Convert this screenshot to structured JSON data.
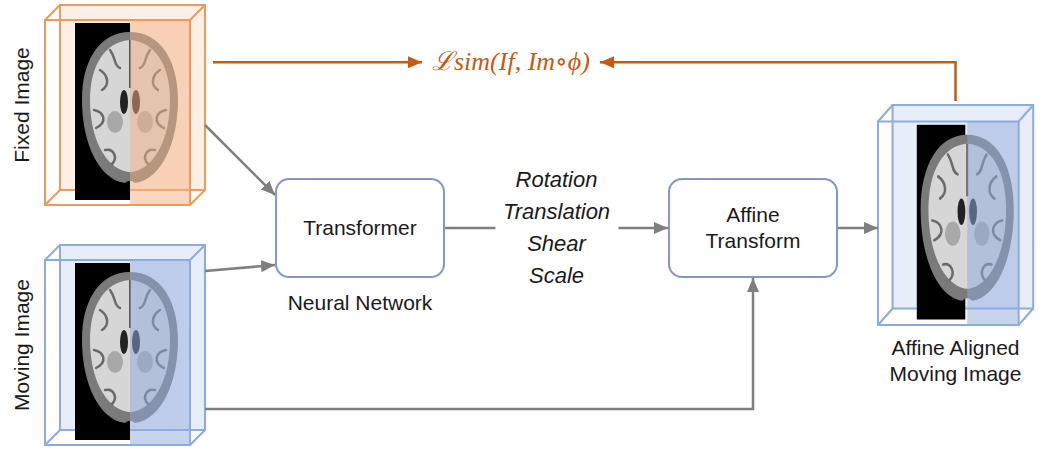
{
  "diagram": {
    "nodes": [
      {
        "text": [
          "Fixed Image"
        ]
      },
      {
        "text": [
          "Moving Image"
        ]
      },
      {
        "text": [
          "Transformer",
          "Neural Network"
        ]
      },
      {
        "text": [
          "Affine Transform"
        ]
      },
      {
        "text": [
          "Affine Aligned Moving Image"
        ]
      }
    ],
    "edges": [
      {
        "from": 0,
        "to": 2,
        "arrow": "to"
      },
      {
        "from": 1,
        "to": 2,
        "arrow": "to"
      },
      {
        "from": 2,
        "to": 3,
        "label": "Rotation Translation Shear Scale",
        "arrow": "to"
      },
      {
        "from": 1,
        "to": 3,
        "arrow": "to"
      },
      {
        "from": 3,
        "to": 4,
        "arrow": "to"
      }
    ],
    "labels": [
      "ℒsim(If, Im∘ϕ)"
    ]
  }
}
